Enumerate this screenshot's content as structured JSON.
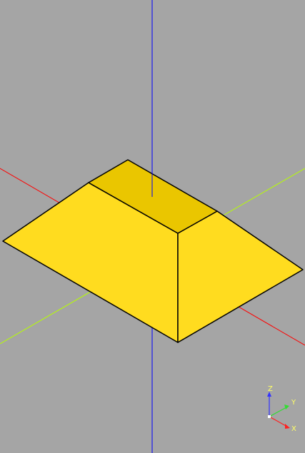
{
  "viewport": {
    "background": "#a5a5a5"
  },
  "scene": {
    "axes": {
      "x_color": "#ff0000",
      "y_color": "#b7ff00",
      "z_color": "#0000ff"
    },
    "model": {
      "shape": "truncated-pyramid",
      "top_face_color": "#eac600",
      "side_face_color": "#ffdc1f",
      "edge_color": "#000000"
    }
  },
  "orientation_indicator": {
    "x_label": "X",
    "y_label": "Y",
    "z_label": "Z",
    "x_color": "#ff2020",
    "y_color": "#ffff66",
    "z_color": "#ffff66"
  }
}
